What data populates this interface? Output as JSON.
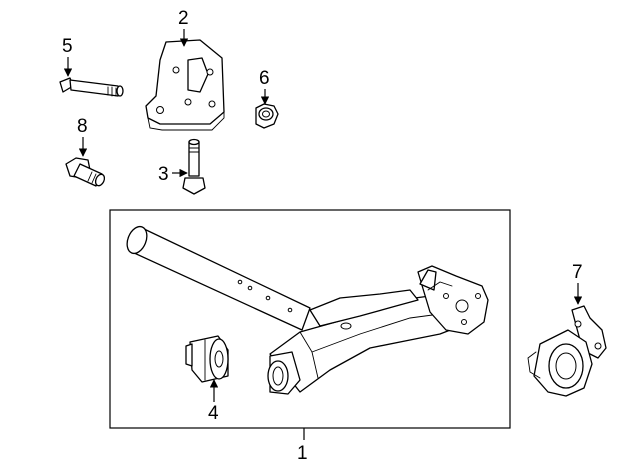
{
  "callouts": {
    "part_1": "1",
    "part_2": "2",
    "part_3": "3",
    "part_4": "4",
    "part_5": "5",
    "part_6": "6",
    "part_7": "7",
    "part_8": "8"
  }
}
